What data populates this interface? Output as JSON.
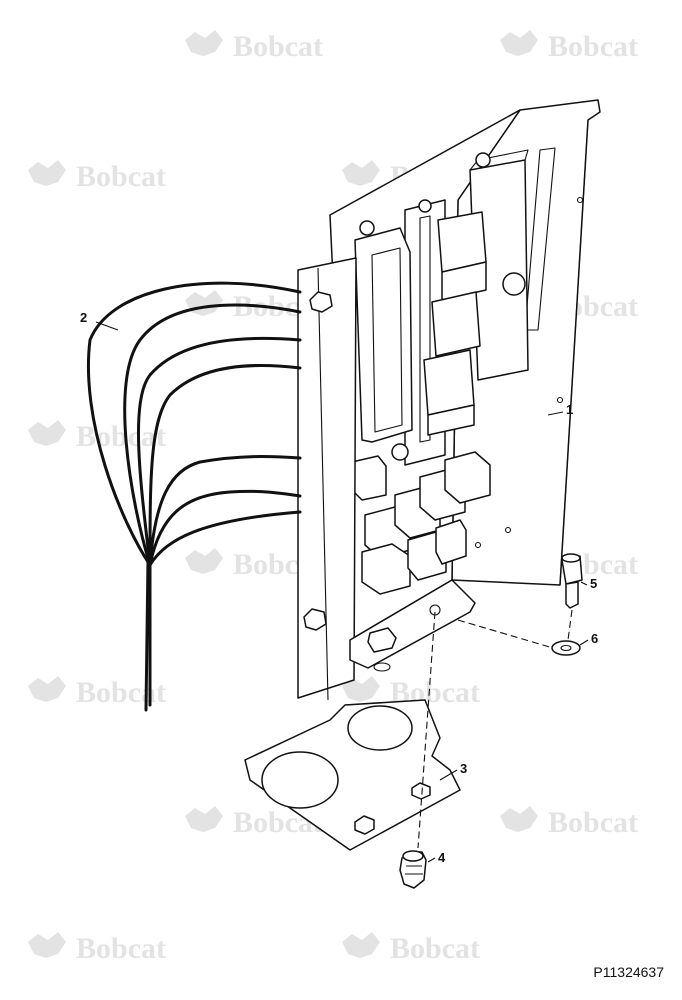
{
  "brand": {
    "watermark_text": "Bobcat",
    "watermark_color": "#e3e3e3"
  },
  "callouts": [
    {
      "id": "1",
      "label": "1"
    },
    {
      "id": "2",
      "label": "2"
    },
    {
      "id": "3",
      "label": "3"
    },
    {
      "id": "4",
      "label": "4"
    },
    {
      "id": "5",
      "label": "5"
    },
    {
      "id": "6",
      "label": "6"
    }
  ],
  "reference_number": "P11324637"
}
